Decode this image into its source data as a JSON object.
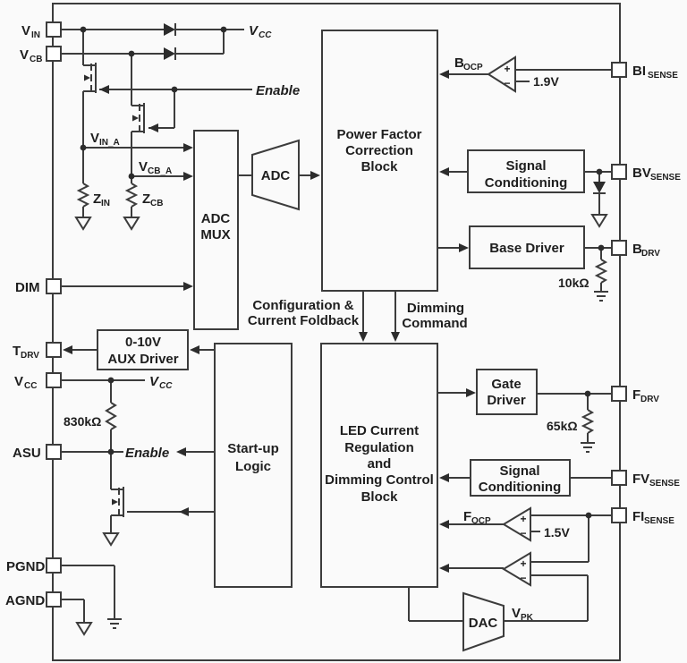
{
  "pins_left": [
    {
      "id": "VIN",
      "base": "V",
      "sub": "IN"
    },
    {
      "id": "VCB",
      "base": "V",
      "sub": "CB"
    },
    {
      "id": "DIM",
      "base": "DIM"
    },
    {
      "id": "TDRV",
      "base": "T",
      "sub": "DRV"
    },
    {
      "id": "VCC",
      "base": "V",
      "sub": "CC"
    },
    {
      "id": "ASU",
      "base": "ASU"
    },
    {
      "id": "PGND",
      "base": "PGND"
    },
    {
      "id": "AGND",
      "base": "AGND"
    }
  ],
  "pins_right": [
    {
      "id": "BISENSE",
      "base": "BI",
      "sub": "SENSE"
    },
    {
      "id": "BVSENSE",
      "base": "BV",
      "sub": "SENSE"
    },
    {
      "id": "BDRV",
      "base": "B",
      "sub": "DRV"
    },
    {
      "id": "FDRV",
      "base": "F",
      "sub": "DRV"
    },
    {
      "id": "FVSENSE",
      "base": "FV",
      "sub": "SENSE"
    },
    {
      "id": "FISENSE",
      "base": "FI",
      "sub": "SENSE"
    }
  ],
  "blocks": {
    "pfc": [
      "Power Factor",
      "Correction",
      "Block"
    ],
    "adc_mux": [
      "ADC",
      "MUX"
    ],
    "adc": "ADC",
    "startup": [
      "Start-up",
      "Logic"
    ],
    "led": [
      "LED Current",
      "Regulation",
      "and",
      "Dimming Control",
      "Block"
    ],
    "gate_driver": [
      "Gate",
      "Driver"
    ],
    "base_driver": "Base Driver",
    "signal_conditioning_b": [
      "Signal",
      "Conditioning"
    ],
    "signal_conditioning_f": [
      "Signal",
      "Conditioning"
    ],
    "aux": [
      "0-10V",
      "AUX Driver"
    ],
    "dac": "DAC"
  },
  "nets": {
    "vcc": {
      "base": "V",
      "sub": "CC"
    },
    "enable": "Enable",
    "vin_a": {
      "base": "V",
      "sub": "IN_A"
    },
    "vcb_a": {
      "base": "V",
      "sub": "CB_A"
    },
    "z_in": {
      "base": "Z",
      "sub": "IN"
    },
    "z_cb": {
      "base": "Z",
      "sub": "CB"
    },
    "b_ocp": {
      "base": "B",
      "sub": "OCP"
    },
    "f_ocp": {
      "base": "F",
      "sub": "OCP"
    },
    "v_pk": {
      "base": "V",
      "sub": "PK"
    }
  },
  "values": {
    "r_asu": "830kΩ",
    "r_bdrv": "10kΩ",
    "r_fdrv": "65kΩ",
    "vref_bocp": "1.9V",
    "vref_focp": "1.5V"
  },
  "signals": {
    "config": [
      "Configuration &",
      "Current Foldback"
    ],
    "dimming": [
      "Dimming",
      "Command"
    ]
  },
  "symbols": {
    "plus": "+",
    "minus": "−"
  },
  "colors": {
    "line": "#3c3c3c",
    "text": "#1e1e1e",
    "background": "#fafafa"
  }
}
